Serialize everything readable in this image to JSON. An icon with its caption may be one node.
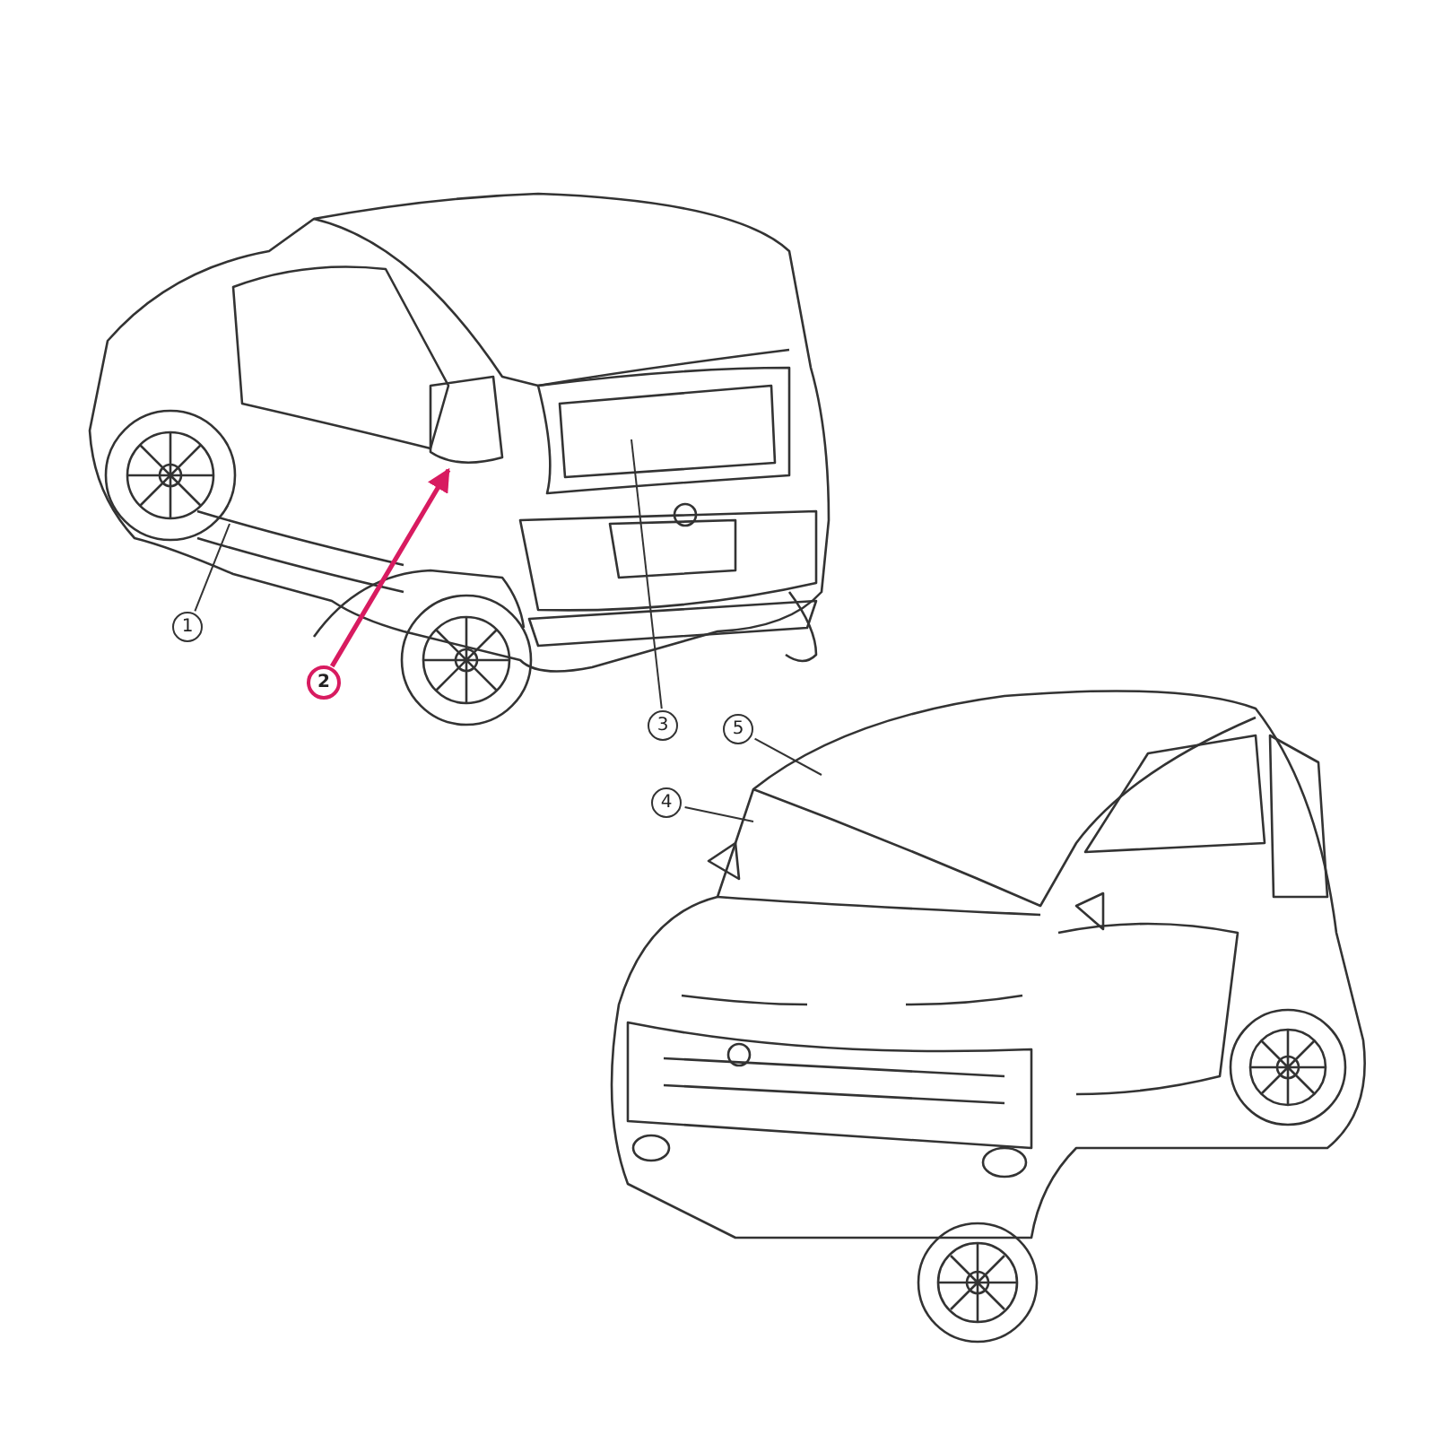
{
  "diagram": {
    "nodes": [
      {
        "text": [
          "1"
        ]
      },
      {
        "text": [
          "2"
        ]
      },
      {
        "text": [
          "3"
        ]
      },
      {
        "text": [
          "4"
        ]
      },
      {
        "text": [
          "5"
        ]
      }
    ],
    "edges": [
      {
        "from": 0,
        "to": null,
        "arrow": "none"
      },
      {
        "from": 1,
        "to": null,
        "arrow": "to",
        "style": "thick",
        "color": "#d81b60"
      },
      {
        "from": 2,
        "to": null,
        "arrow": "none"
      },
      {
        "from": 3,
        "to": null,
        "arrow": "none"
      },
      {
        "from": 4,
        "to": null,
        "arrow": "none"
      }
    ]
  }
}
